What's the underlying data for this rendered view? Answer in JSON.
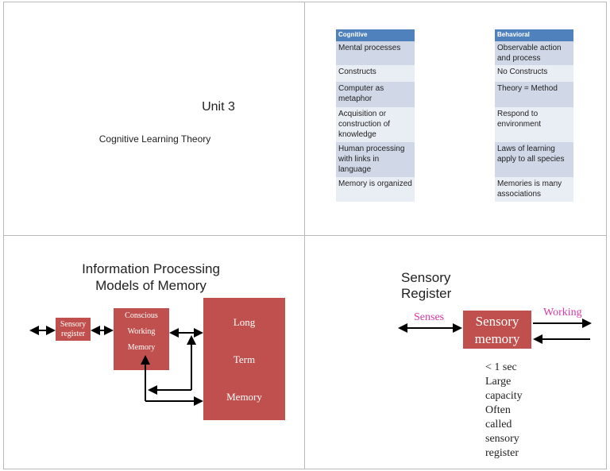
{
  "slide1": {
    "title": "Unit 3",
    "subtitle": "Cognitive Learning Theory"
  },
  "slide2": {
    "columns": [
      {
        "header": "Cognitive",
        "cells": [
          "Mental processes",
          "Constructs",
          "Computer as metaphor",
          "Acquisition or construction of knowledge",
          "Human processing with links in language",
          "Memory is organized"
        ]
      },
      {
        "header": "Behavioral",
        "cells": [
          "Observable action and process",
          "No Constructs",
          "Theory = Method",
          "Respond to environment",
          "Laws of learning apply to all species",
          "Memories is many associations"
        ]
      }
    ]
  },
  "slide3": {
    "title_line1": "Information Processing",
    "title_line2": "Models of Memory",
    "sensory_box": {
      "line1": "Sensory",
      "line2": "register"
    },
    "working_box": {
      "line1": "Conscious",
      "line2": "Working",
      "line3": "Memory"
    },
    "long_box": {
      "line1": "Long",
      "line2": "Term",
      "line3": "Memory"
    },
    "box_color": "#c0504d"
  },
  "slide4": {
    "title": "Sensory Register",
    "senses_label": "Senses",
    "working_label": "Working",
    "box": {
      "line1": "Sensory",
      "line2": "memory"
    },
    "notes": [
      "< 1 sec",
      "Large capacity",
      "Often called",
      "sensory register"
    ],
    "label_color": "#d63aa6"
  }
}
